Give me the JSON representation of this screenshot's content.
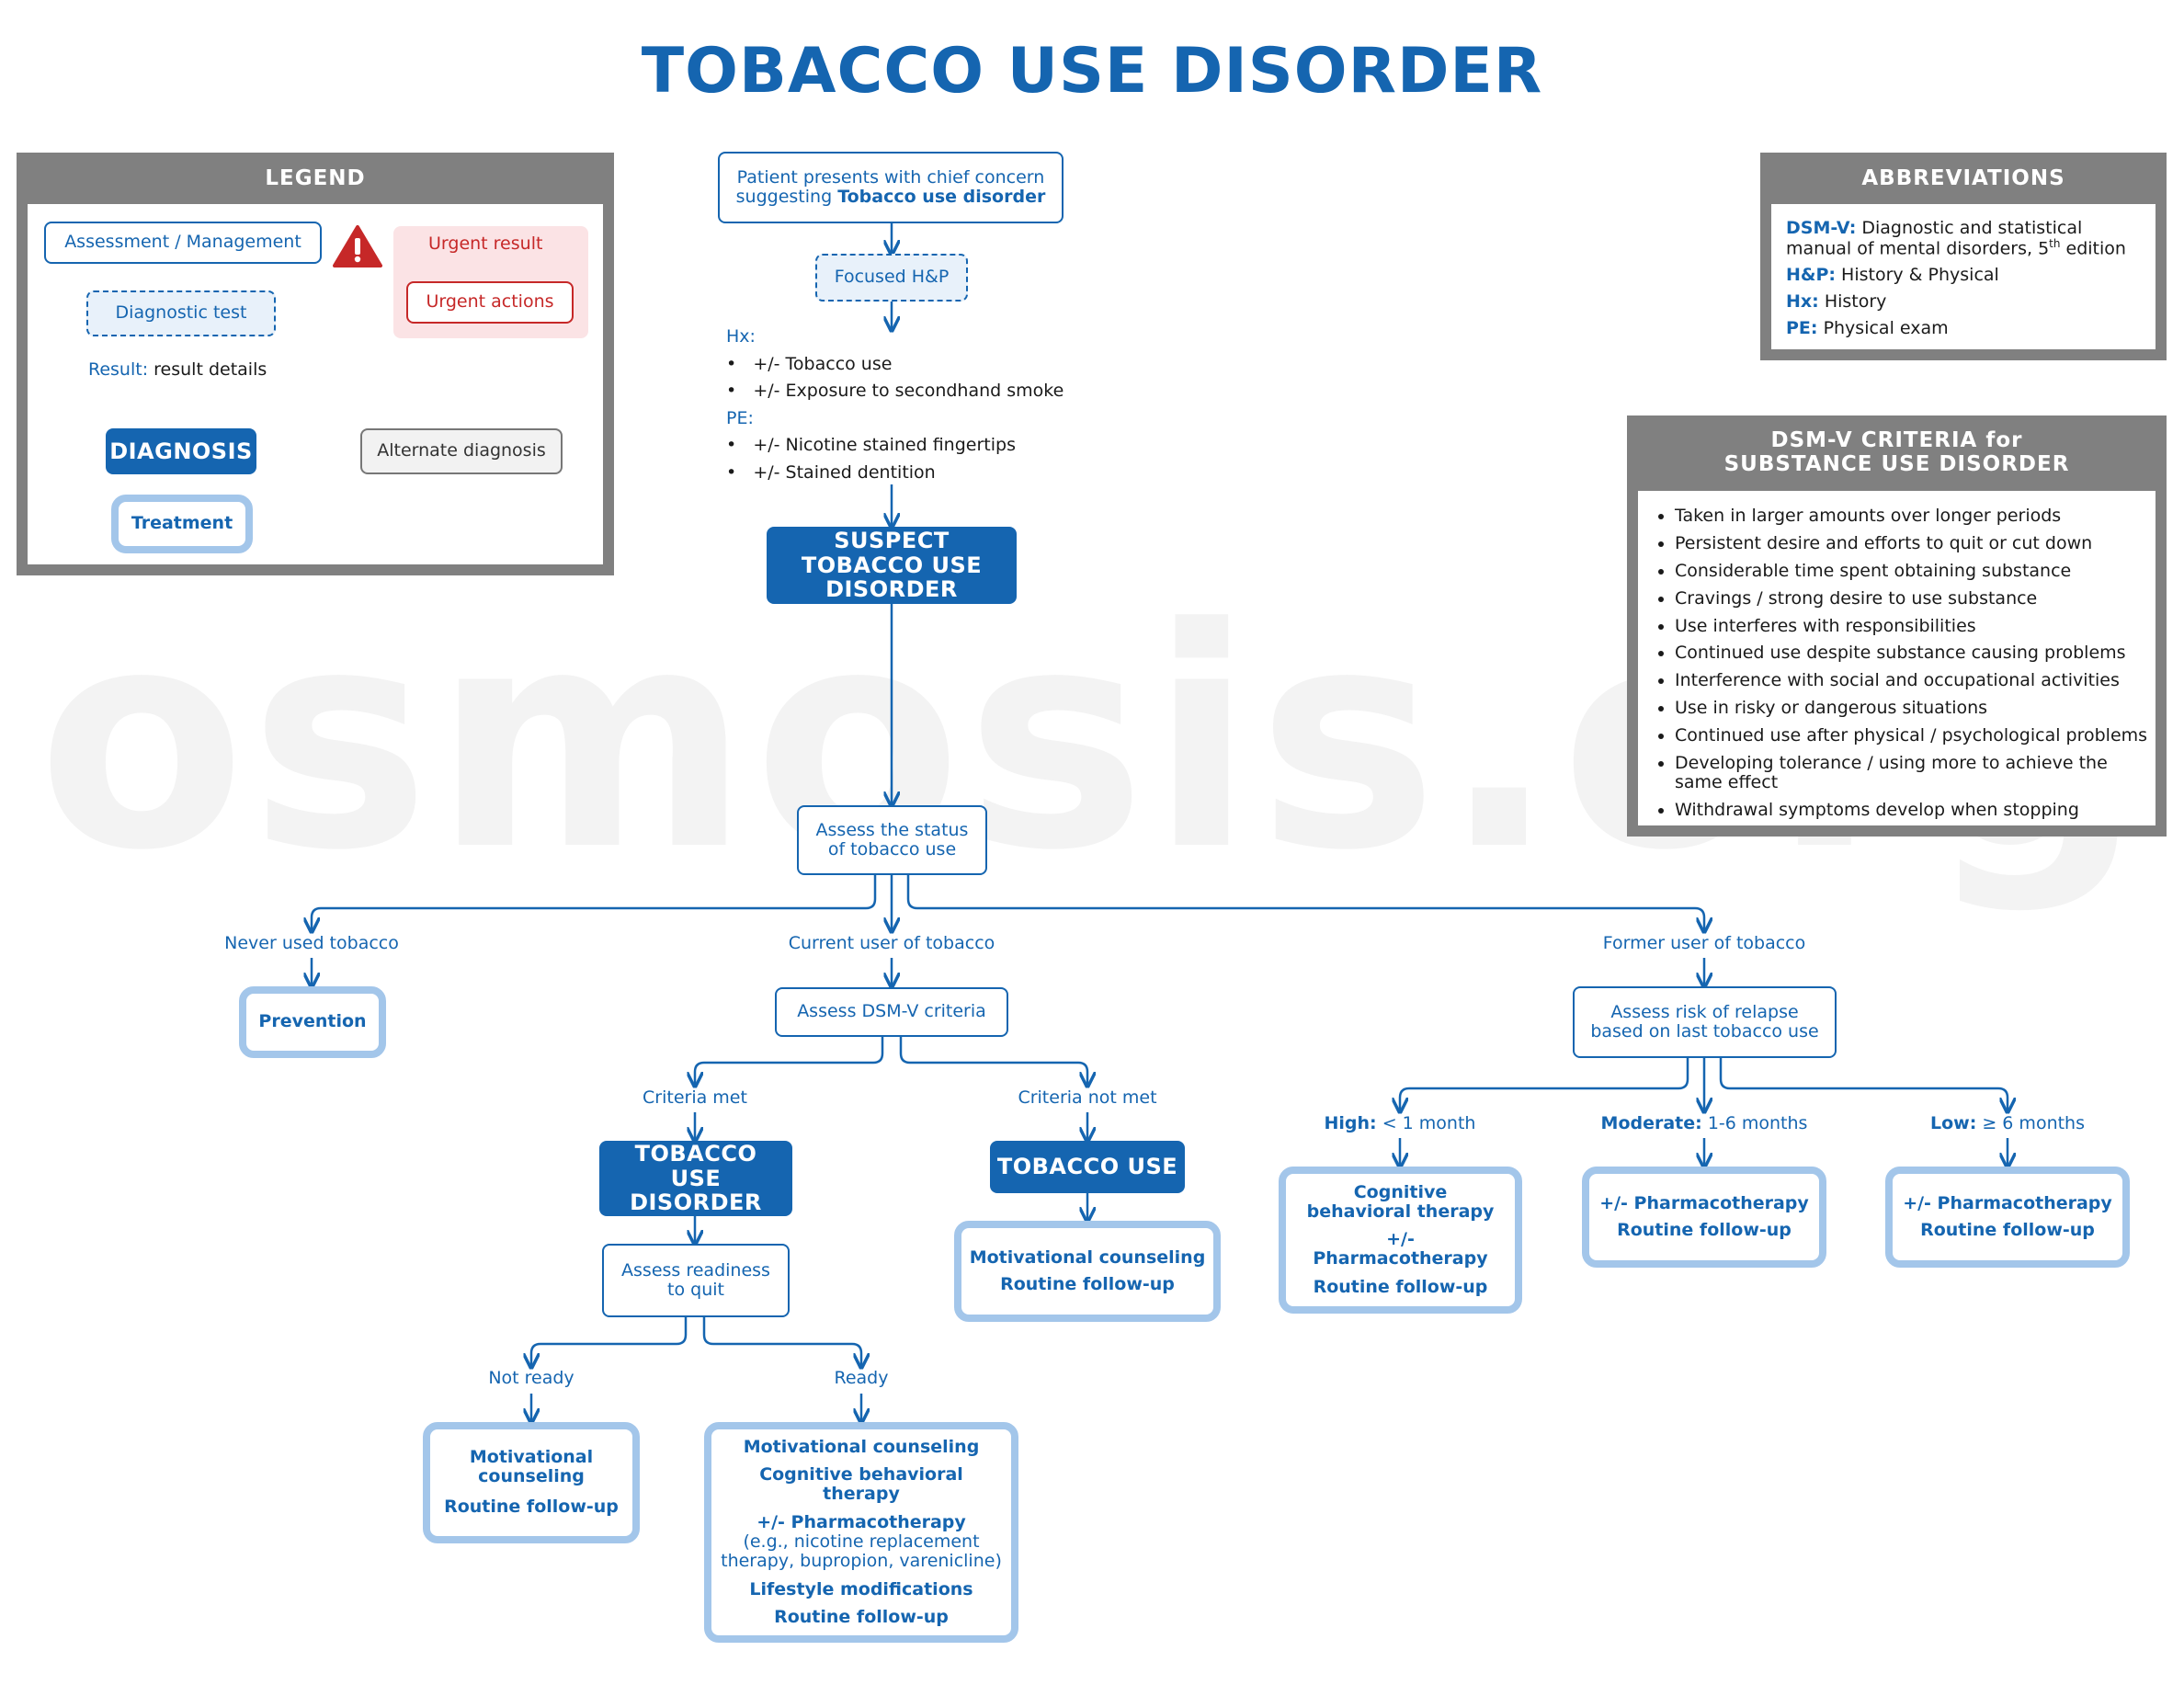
{
  "title": "TOBACCO USE DISORDER",
  "watermark": "osmosis.org",
  "legend": {
    "heading": "LEGEND",
    "assessment": "Assessment / Management",
    "diagnostic_test": "Diagnostic test",
    "result_label": "Result:",
    "result_text": "result details",
    "diagnosis": "DIAGNOSIS",
    "treatment": "Treatment",
    "urgent_result": "Urgent result",
    "urgent_actions": "Urgent actions",
    "alternate": "Alternate diagnosis"
  },
  "abbreviations": {
    "heading": "ABBREVIATIONS",
    "items": [
      {
        "term": "DSM-V:",
        "def": "Diagnostic and statistical",
        "def2": "manual of mental disorders, 5",
        "sup": "th",
        "def3": " edition"
      },
      {
        "term": "H&P:",
        "def": "History & Physical"
      },
      {
        "term": "Hx:",
        "def": "History"
      },
      {
        "term": "PE:",
        "def": "Physical exam"
      }
    ]
  },
  "criteria": {
    "heading_line1": "DSM-V CRITERIA for",
    "heading_line2": "SUBSTANCE USE DISORDER",
    "items": [
      "Taken in larger amounts over longer periods",
      "Persistent desire and efforts to quit or cut down",
      "Considerable time spent obtaining substance",
      "Cravings / strong desire to use substance",
      "Use interferes with responsibilities",
      "Continued use despite substance causing problems",
      "Interference with social and occupational activities",
      "Use in risky or dangerous situations",
      "Continued use after physical / psychological problems",
      "Developing tolerance / using more to achieve the same effect",
      "Withdrawal symptoms develop when stopping"
    ]
  },
  "flow": {
    "start_line1": "Patient presents with chief concern",
    "start_line2_pre": "suggesting ",
    "start_line2_bold": "Tobacco use disorder",
    "hp": "Focused H&P",
    "hx_label": "Hx:",
    "hx_items": [
      "+/- Tobacco use",
      "+/- Exposure to secondhand smoke"
    ],
    "pe_label": "PE:",
    "pe_items": [
      "+/- Nicotine stained fingertips",
      "+/- Stained dentition"
    ],
    "suspect": "SUSPECT TOBACCO USE DISORDER",
    "assess_status": "Assess the status of tobacco use",
    "never": "Never used tobacco",
    "prevention": "Prevention",
    "current": "Current user of tobacco",
    "assess_dsm": "Assess DSM-V criteria",
    "criteria_met": "Criteria met",
    "criteria_not_met": "Criteria not met",
    "tud": "TOBACCO USE DISORDER",
    "tu": "TOBACCO USE",
    "tu_tx": [
      "Motivational counseling",
      "Routine follow-up"
    ],
    "readiness": "Assess readiness to quit",
    "not_ready": "Not ready",
    "ready": "Ready",
    "not_ready_tx": [
      "Motivational counseling",
      "Routine follow-up"
    ],
    "ready_tx": {
      "l1": "Motivational counseling",
      "l2": "Cognitive behavioral therapy",
      "l3_bold": "+/- Pharmacotherapy",
      "l3_rest": " (e.g., nicotine replacement therapy, bupropion, varenicline)",
      "l4": "Lifestyle modifications",
      "l5": "Routine follow-up"
    },
    "former": "Former user of tobacco",
    "relapse": "Assess risk of relapse based on last tobacco use",
    "high_label": "High:",
    "high_val": "< 1 month",
    "mod_label": "Moderate:",
    "mod_val": "1-6 months",
    "low_label": "Low:",
    "low_val": "≥ 6 months",
    "high_tx": [
      "Cognitive behavioral therapy",
      "+/- Pharmacotherapy",
      "Routine follow-up"
    ],
    "mod_tx": [
      "+/- Pharmacotherapy",
      "Routine follow-up"
    ],
    "low_tx": [
      "+/- Pharmacotherapy",
      "Routine follow-up"
    ]
  }
}
